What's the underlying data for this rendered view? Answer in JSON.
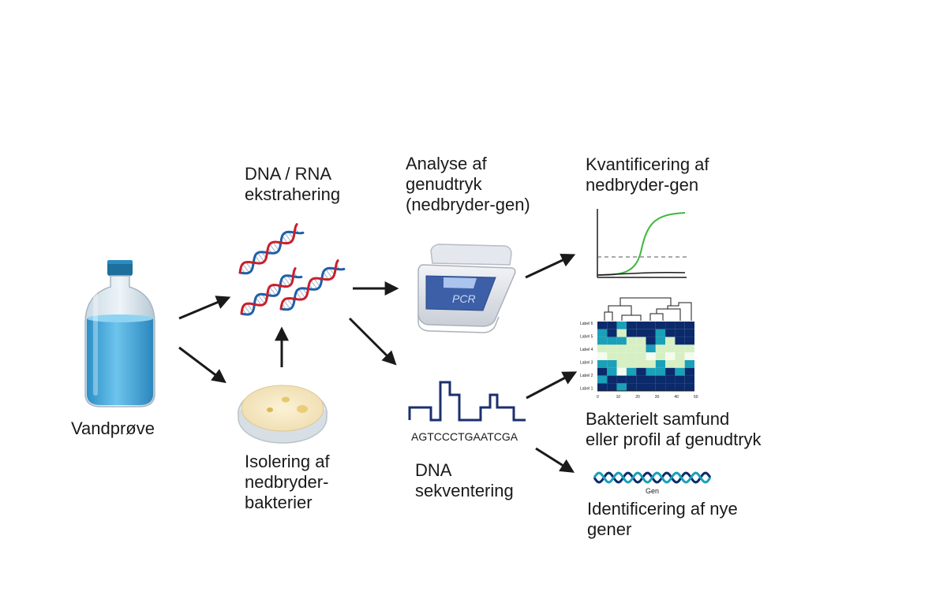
{
  "labels": {
    "water_sample": "Vandprøve",
    "extraction": [
      "DNA / RNA",
      "ekstrahering"
    ],
    "isolation": [
      "Isolering af",
      "nedbryder-",
      "bakterier"
    ],
    "expression": [
      "Analyse af",
      "genudtryk",
      "(nedbryder-gen)"
    ],
    "sequencing": [
      "DNA",
      "sekventering"
    ],
    "quantification": [
      "Kvantificering af",
      "nedbryder-gen"
    ],
    "community": [
      "Bakterielt samfund",
      "eller profil af genudtryk"
    ],
    "identification": [
      "Identificering af nye",
      "gener"
    ]
  },
  "pcr_label": "PCR",
  "dna_sequence": "AGTCCCTGAATCGA",
  "gene_label": "Gen",
  "heatmap": {
    "row_labels": [
      "Label 6",
      "Label 5",
      "Label 4",
      "Label 3",
      "Label 2",
      "Label 1"
    ],
    "x_ticks": [
      "0",
      "10",
      "20",
      "30",
      "40",
      "50"
    ]
  },
  "colors": {
    "arrow": "#1a1a1a",
    "dna_blue": "#1f5fa8",
    "dna_red": "#c8202b",
    "water": "#3aa6d8",
    "qpcr_curve": "#3cb93c",
    "navy": "#0b2a6b",
    "teal": "#1aa0b8",
    "light_green": "#d6f0c4"
  }
}
